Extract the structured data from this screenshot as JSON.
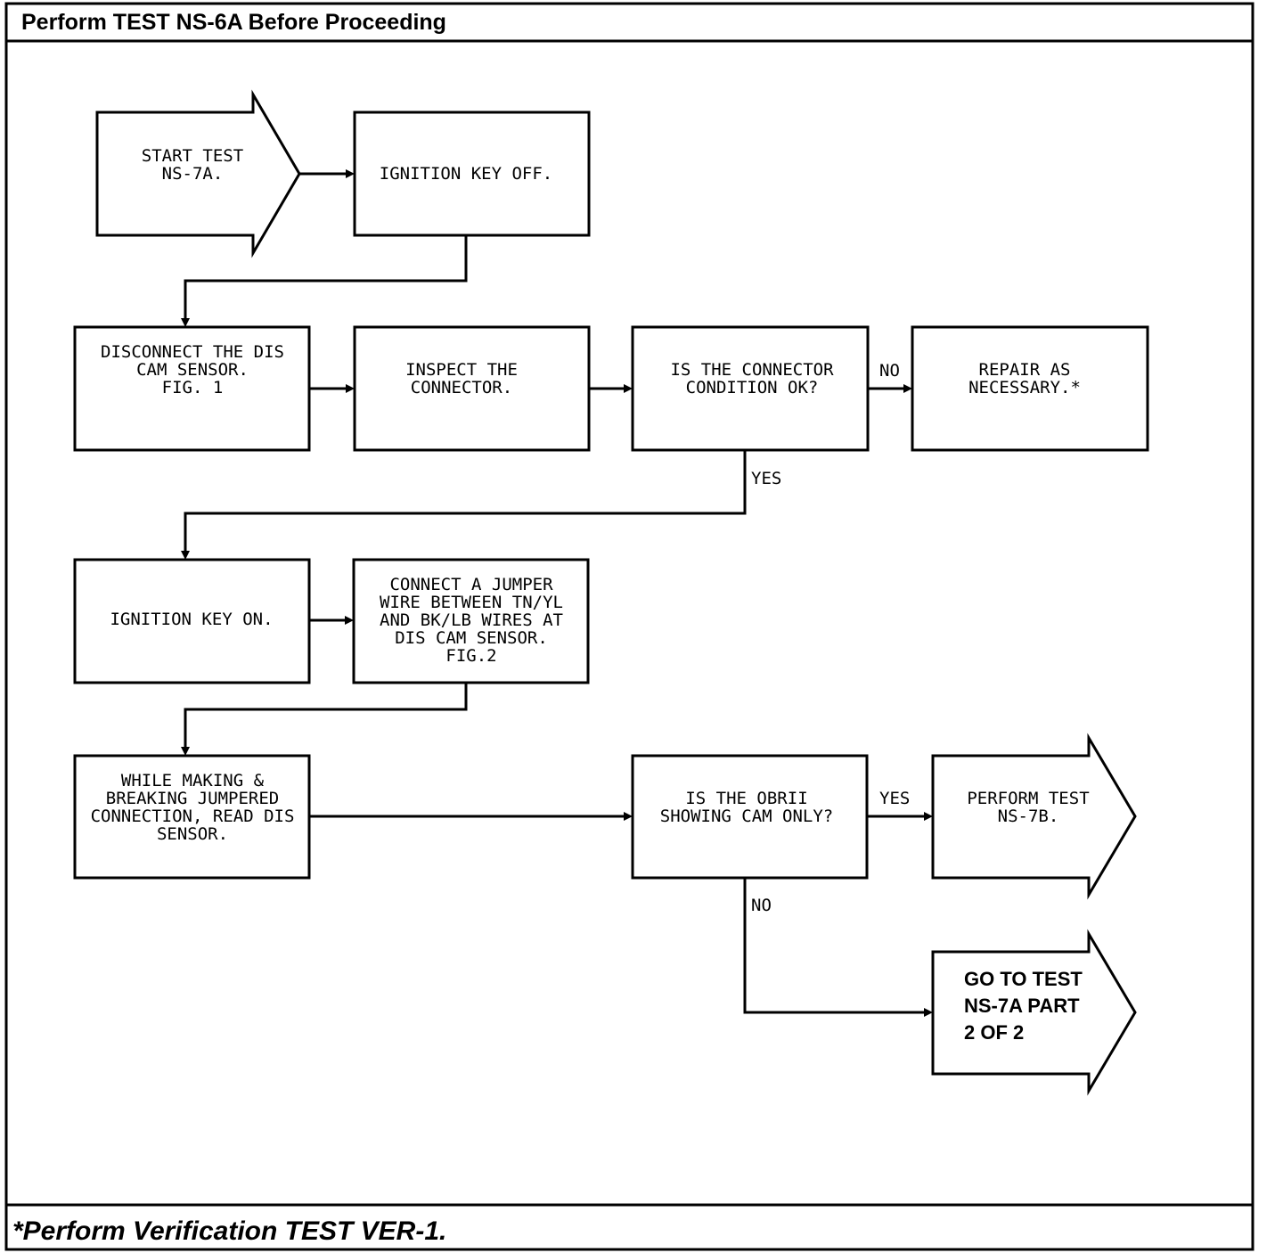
{
  "header": {
    "title": "Perform TEST NS-6A Before Proceeding"
  },
  "footer": {
    "note": "*Perform Verification TEST VER-1."
  },
  "nodes": {
    "start": {
      "lines": [
        "START TEST",
        "NS-7A."
      ]
    },
    "key_off": {
      "lines": [
        "IGNITION KEY OFF."
      ]
    },
    "disconnect": {
      "lines": [
        "DISCONNECT THE DIS",
        "CAM SENSOR.",
        "",
        "FIG. 1"
      ]
    },
    "inspect": {
      "lines": [
        "INSPECT THE",
        "CONNECTOR."
      ]
    },
    "condition_ok": {
      "lines": [
        "IS THE CONNECTOR",
        "CONDITION OK?"
      ]
    },
    "repair": {
      "lines": [
        "REPAIR AS",
        "NECESSARY.*"
      ]
    },
    "key_on": {
      "lines": [
        "IGNITION KEY ON."
      ]
    },
    "jumper": {
      "lines": [
        "CONNECT A JUMPER",
        "WIRE BETWEEN TN/YL",
        "AND BK/LB WIRES AT",
        "DIS CAM SENSOR.",
        "FIG.2"
      ]
    },
    "read_sensor": {
      "lines": [
        "WHILE MAKING &",
        "BREAKING JUMPERED",
        "CONNECTION, READ DIS",
        "SENSOR."
      ]
    },
    "cam_only": {
      "lines": [
        "IS THE OBRII",
        "SHOWING CAM ONLY?"
      ]
    },
    "perform_7b": {
      "lines": [
        "PERFORM TEST",
        "NS-7B."
      ]
    },
    "goto_part2": {
      "lines": [
        "GO TO TEST",
        "NS-7A PART",
        "2 OF 2"
      ]
    }
  },
  "edge_labels": {
    "condition_no": "NO",
    "condition_yes": "YES",
    "cam_yes": "YES",
    "cam_no": "NO"
  }
}
